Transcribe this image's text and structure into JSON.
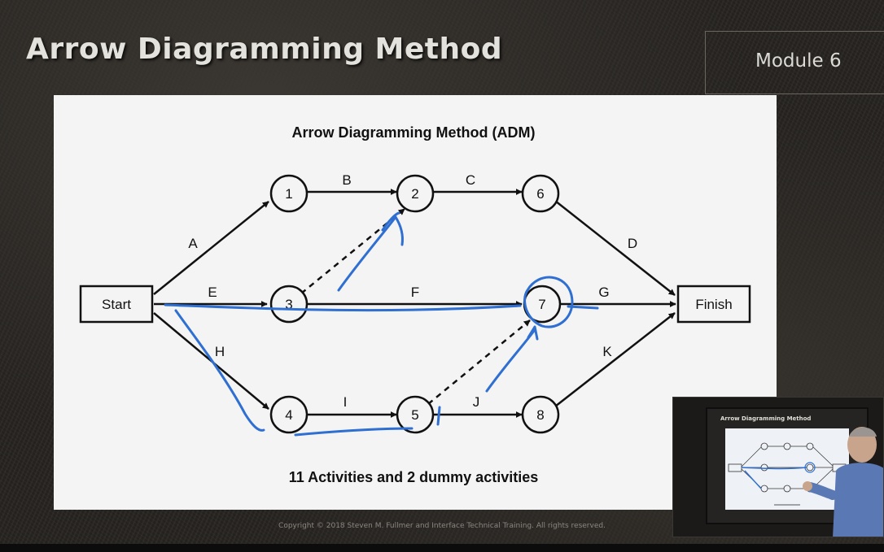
{
  "header": {
    "title": "Arrow Diagramming Method",
    "module": "Module 6"
  },
  "slide": {
    "title": "Arrow Diagramming Method (ADM)",
    "caption": "11 Activities and 2 dummy activities",
    "nodes": {
      "start": "Start",
      "finish": "Finish",
      "n1": "1",
      "n2": "2",
      "n3": "3",
      "n4": "4",
      "n5": "5",
      "n6": "6",
      "n7": "7",
      "n8": "8"
    },
    "activities": {
      "A": "A",
      "B": "B",
      "C": "C",
      "D": "D",
      "E": "E",
      "F": "F",
      "G": "G",
      "H": "H",
      "I": "I",
      "J": "J",
      "K": "K"
    }
  },
  "footer": {
    "copyright": "Copyright © 2018 Steven  M. Fullmer and Interface Technical Training. All rights reserved."
  },
  "video": {
    "slide_title": "Arrow Diagramming Method"
  },
  "colors": {
    "ink": "#2e6fd1",
    "slide_bg": "#f4f4f4",
    "title_text": "#e4e2dc"
  }
}
